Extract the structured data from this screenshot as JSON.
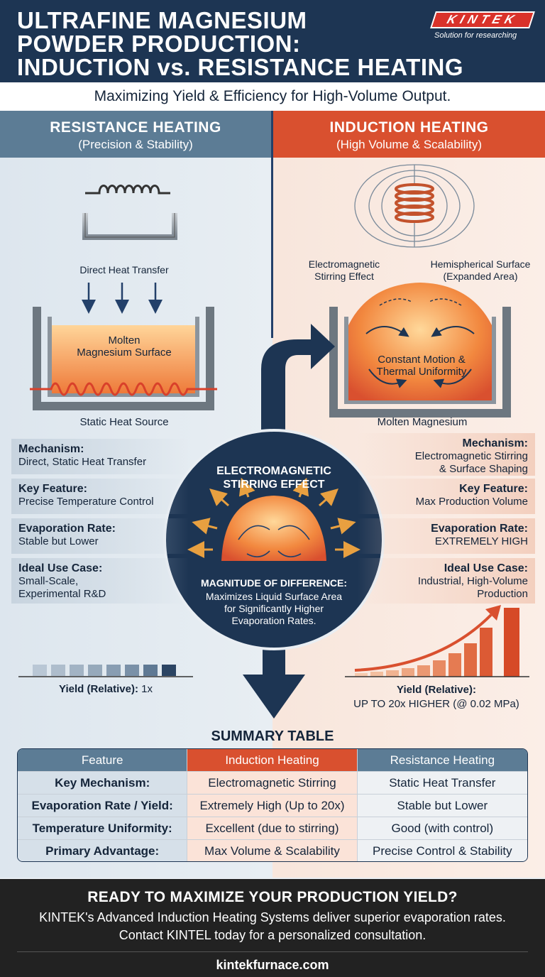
{
  "header": {
    "title_line1": "ULTRAFINE MAGNESIUM",
    "title_line2": "POWDER PRODUCTION:",
    "title_line3": "INDUCTION vs. RESISTANCE HEATING",
    "logo_text": "KINTEK",
    "logo_tagline": "Solution for researching",
    "brand_color": "#d9322a"
  },
  "subtitle": "Maximizing Yield & Efficiency for High-Volume Output.",
  "left_panel": {
    "heading": "RESISTANCE HEATING",
    "subheading": "(Precision & Stability)",
    "color": "#5c7c95",
    "direct_heat_label": "Direct Heat Transfer",
    "molten_label_1": "Molten",
    "molten_label_2": "Magnesium Surface",
    "heat_source_label": "Static Heat Source",
    "features": [
      {
        "key": "Mechanism:",
        "value": "Direct, Static Heat Transfer"
      },
      {
        "key": "Key Feature:",
        "value": "Precise Temperature Control"
      },
      {
        "key": "Evaporation Rate:",
        "value": "Stable but Lower"
      },
      {
        "key": "Ideal Use Case:",
        "value_1": "Small-Scale,",
        "value_2": "Experimental R&D"
      }
    ],
    "yield_label": "Yield (Relative):",
    "yield_value": "1x"
  },
  "right_panel": {
    "heading": "INDUCTION HEATING",
    "subheading": "(High Volume & Scalability)",
    "color": "#d9502f",
    "stirring_label_1": "Electromagnetic",
    "stirring_label_2": "Stirring Effect",
    "surface_label_1": "Hemispherical Surface",
    "surface_label_2": "(Expanded Area)",
    "motion_label_1": "Constant Motion &",
    "motion_label_2": "Thermal Uniformity",
    "molten_label": "Molten Magnesium",
    "features": [
      {
        "key": "Mechanism:",
        "value_1": "Electromagnetic Stirring",
        "value_2": "& Surface Shaping"
      },
      {
        "key": "Key Feature:",
        "value": "Max Production Volume"
      },
      {
        "key": "Evaporation Rate:",
        "value": "EXTREMELY HIGH"
      },
      {
        "key": "Ideal Use Case:",
        "value_1": "Industrial, High-Volume",
        "value_2": "Production"
      }
    ],
    "yield_label": "Yield (Relative):",
    "yield_value": "UP TO 20x HIGHER (@ 0.02 MPa)"
  },
  "center": {
    "title_1": "ELECTROMAGNETIC",
    "title_2": "STIRRING EFFECT",
    "magnitude": "MAGNITUDE OF DIFFERENCE:",
    "desc_1": "Maximizes Liquid Surface Area",
    "desc_2": "for Significantly Higher",
    "desc_3": "Evaporation Rates."
  },
  "summary": {
    "title": "SUMMARY TABLE",
    "headers": [
      "Feature",
      "Induction Heating",
      "Resistance Heating"
    ],
    "rows": [
      [
        "Key Mechanism:",
        "Electromagnetic Stirring",
        "Static Heat Transfer"
      ],
      [
        "Evaporation Rate / Yield:",
        "Extremely High (Up to 20x)",
        "Stable but Lower"
      ],
      [
        "Temperature Uniformity:",
        "Excellent (due to stirring)",
        "Good (with control)"
      ],
      [
        "Primary Advantage:",
        "Max Volume & Scalability",
        "Precise Control & Stability"
      ]
    ]
  },
  "footer": {
    "cta": "READY TO MAXIMIZE YOUR PRODUCTION YIELD?",
    "line_1": "KINTEK's Advanced Induction Heating Systems deliver superior evaporation rates.",
    "line_2": "Contact KINTEL today for a personalized consultation.",
    "url": "kintekfurnace.com"
  }
}
